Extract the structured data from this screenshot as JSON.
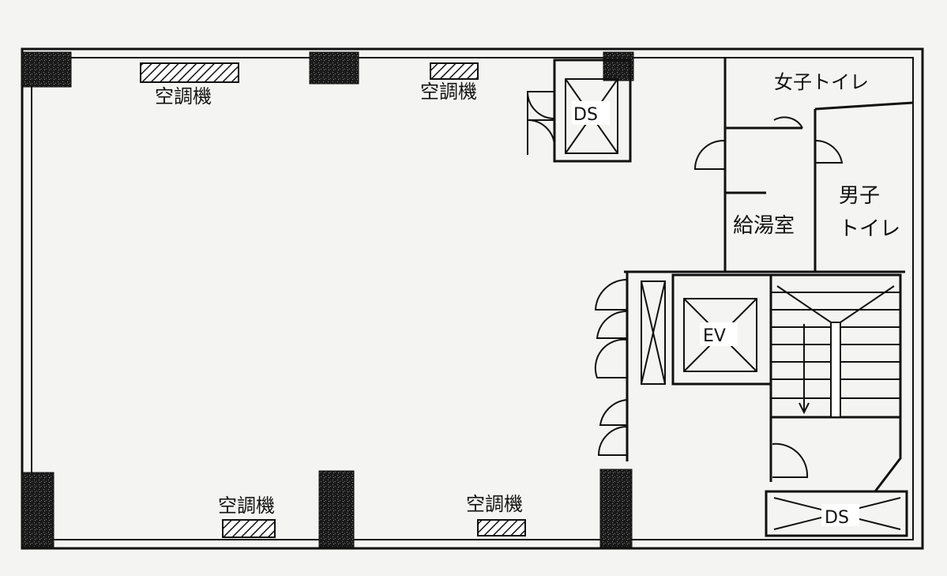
{
  "plan": {
    "rooms": {
      "womens_toilet": "女子トイレ",
      "mens_toilet_line1": "男子",
      "mens_toilet_line2": "トイレ",
      "kitchenette": "給湯室"
    },
    "equipment": {
      "ac_top_left": "空調機",
      "ac_top_center": "空調機",
      "ac_bottom_left": "空調機",
      "ac_bottom_center": "空調機",
      "duct_shaft_top": "DS",
      "duct_shaft_bottom": "DS",
      "elevator": "EV"
    }
  }
}
